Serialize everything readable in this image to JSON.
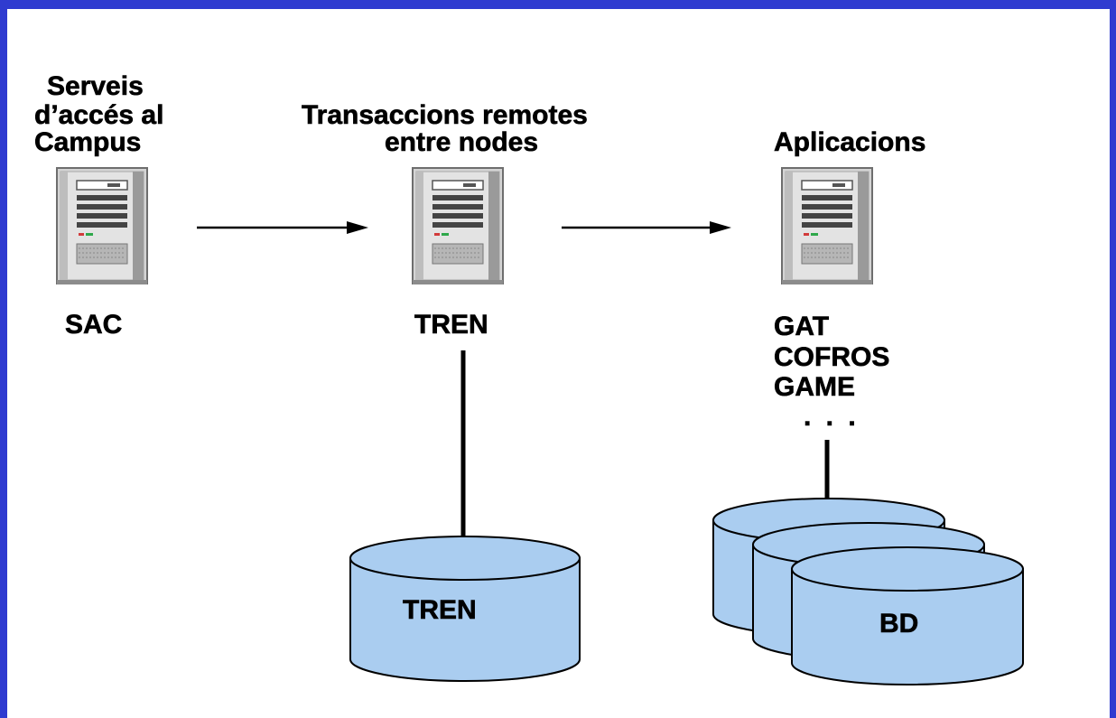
{
  "colors": {
    "frame": "#2f3bd0",
    "cylinder_fill": "#aacdf0",
    "server_body": "#d9d9d9",
    "line": "#000000"
  },
  "nodes": {
    "sac": {
      "heading_lines": [
        "Serveis",
        "d’accés al",
        "Campus"
      ],
      "name": "SAC",
      "icon": "server-icon"
    },
    "tren": {
      "heading_lines": [
        "Transaccions remotes",
        "entre nodes"
      ],
      "name": "TREN",
      "icon": "server-icon"
    },
    "apps": {
      "heading_lines": [
        "Aplicacions"
      ],
      "names": [
        "GAT",
        "COFROS",
        "GAME"
      ],
      "ellipsis": ". . .",
      "icon": "server-icon"
    }
  },
  "databases": {
    "tren_db": {
      "label": "TREN",
      "icon": "database-icon"
    },
    "bd_stack": {
      "label": "BD",
      "icon": "database-stack-icon"
    }
  }
}
